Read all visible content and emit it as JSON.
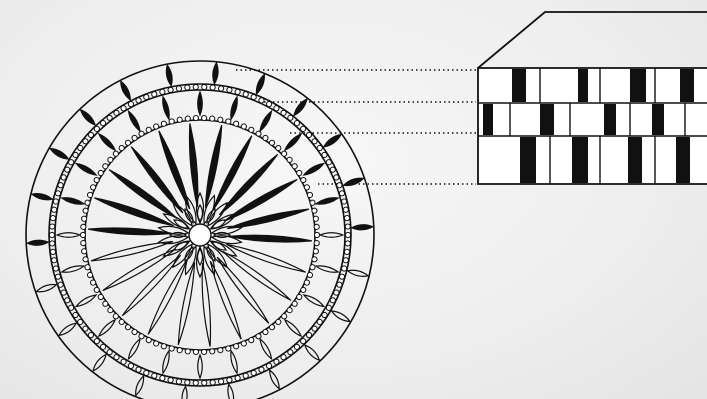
{
  "diagram": {
    "colors": {
      "background": "#efefef",
      "ink": "#111111",
      "fill_light": "#ffffff"
    },
    "radial_section": {
      "rings": 3,
      "inner_spokes": 22,
      "bead_rows": 2,
      "filled_cells_outer_ring": 11,
      "filled_cells_middle_ring": 13
    },
    "block_section": {
      "rows": 3,
      "connector_lines": 4
    }
  }
}
